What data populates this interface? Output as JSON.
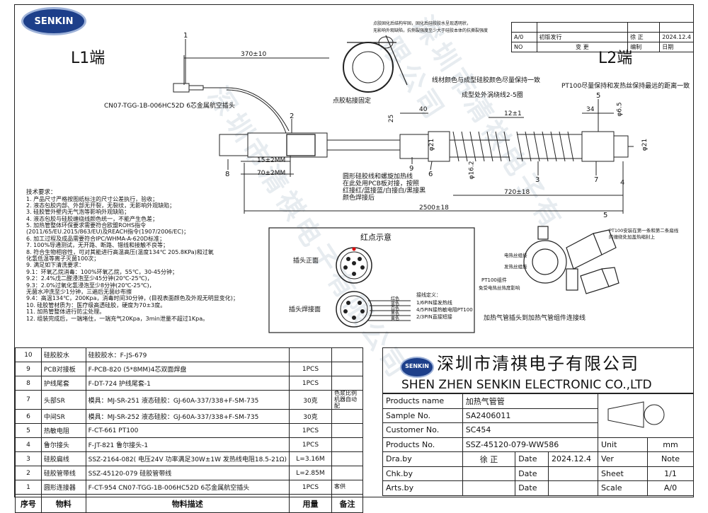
{
  "logo": {
    "text": "SENKIN"
  },
  "revision": {
    "rows": [
      {
        "code": "A/0",
        "desc": "初版发行",
        "sign": "徐 正",
        "date": "2024.12.4"
      },
      {
        "code": "NO",
        "desc": "变 更",
        "sign": "编制",
        "date": "日期"
      }
    ]
  },
  "labels": {
    "l1": "L1端",
    "l2": "L2端",
    "connector": "CN07-TGG-1B-006HC52D 6芯金属航空插头",
    "dot_glue": "点胶粘接固定",
    "glue_note_1": "点胶固化后结构牢固，固化后硅胶胶水呈现透明状，",
    "glue_note_2": "无影响外观缺陷，抗侧裂强度至少大于硅胶本体的抗撕裂强度",
    "wire_color": "线材颜色与成型硅胶颜色尽量保持一致",
    "coil": "成型处外涡绕线2-5圈",
    "pt100_keep": "PT100尽量保持和发热丝保持最远的距离一致",
    "round_cable_1": "圆形硅胶线和螺旋加热线",
    "round_cable_2": "在此处用PCB板对接，按照",
    "round_cable_3": "红接红/蓝接蓝/白接白/黑接黑",
    "round_cable_4": "颜色焊接后"
  },
  "dims": {
    "d370": "370±10",
    "d15": "15±2MM",
    "d70": "70±2MM",
    "d40": "40",
    "d25": "25",
    "d12": "12±1",
    "d34": "34",
    "d65": "φ6.5",
    "d21a": "φ21",
    "d21b": "φ21",
    "d162": "φ16.2",
    "d720": "720±18",
    "d2500": "2500±18"
  },
  "callouts": [
    "1",
    "2",
    "3",
    "4",
    "5",
    "6",
    "7",
    "8",
    "9"
  ],
  "tech_req": {
    "title": "技术要求：",
    "lines": [
      "1. 产品尺寸严格按图纸标注的尺寸公差执行，验收；",
      "2. 液态包胶内部、外部无开裂，无裂纹，无影响外观缺陷；",
      "3. 硅胶管外壁内无气泡等影响外观缺陷；",
      "4. 液态包胶与硅胶缠绕线颜色统一，不能产生色差；",
      "5. 加热管整体环保要求需要符合欧盟ROHS指令",
      "(2011/65/EU.2015/863/EU)及REACH指令(1907/2006/EC)；",
      "6. 加工过程及成品需要符合IPC/WHMA-A-620D标准；",
      "7. 100%导通测试，无开路、断路、错线和接触不良等；",
      "8. 符合生物相容性，可对其能进行高温高压(温度134℃ 205.8KPa)和过氧",
      "化氢低温等离子灭菌100次；",
      "9. 满足如下清洗要求：",
      "9.1：环氧乙烷消毒：100%环氧乙烷，55℃，30-45分钟；",
      "9.2：2.4%戊二醛浸泡至少45分钟(20℃-25℃)，",
      "9.3：2.0%过氧化氢浸泡至少8分钟(20℃-25℃)，",
      "无菌水冲洗至少1分钟，三遍后无菌纱布擦",
      "9.4：高温134℃，200Kpa，消毒时间30分钟，(目视表面颜色及外观无明显变化)；",
      "10. 硅胶管材质为：医疗级高透硅胶，硬度为70±3度。",
      "11. 加热管整体进行防尘处理。",
      "12. 组装完成后，一端堵住，一端充气20Kpa，3min泄量不超过1Kpa。"
    ]
  },
  "pin_box": {
    "title": "红点示意",
    "front": "插头正面",
    "weld": "插头焊接面",
    "wires": [
      "红色",
      "蓝色",
      "白色",
      "黑色",
      "黄色"
    ],
    "def_title": "接线定义：",
    "defs": [
      "1/6PIN接发热线",
      "4/5PIN接热敏电阻PT100",
      "2/3PIN直接短接"
    ]
  },
  "detail": {
    "pt100_note_1": "PT100安装在第一条和第二条扁线",
    "pt100_note_2": "的缠绕处加盖热缩封上",
    "heater_wire_a": "电热丝组接",
    "heater_wire_b": "发热丝组接",
    "pt100": "PT100组件",
    "pt100_sub": "免受电热丝热度影响",
    "caption": "加热气管插头到加热气管组件连接线"
  },
  "bom": {
    "rows": [
      {
        "no": "10",
        "name": "硅胶胶水",
        "desc": "硅胶胶水：F-JS-679",
        "qty": "",
        "note": ""
      },
      {
        "no": "9",
        "name": "PCB对接板",
        "desc": "F-PCB-820  (5*8MM)4芯双面焊盘",
        "qty": "1PCS",
        "note": ""
      },
      {
        "no": "8",
        "name": "护线尾套",
        "desc": "F-DT-724    护线尾套-1",
        "qty": "1PCS",
        "note": ""
      },
      {
        "no": "7",
        "name": "头部SR",
        "desc": "模具：MJ-SR-251 液态硅胶：GJ-60A-337/338+F-SM-735",
        "qty": "30克",
        "note": "色浆比例机器自动配"
      },
      {
        "no": "6",
        "name": "中间SR",
        "desc": "模具：MJ-SR-252 液态硅胶：GJ-60A-337/338+F-SM-735",
        "qty": "30克",
        "note": ""
      },
      {
        "no": "5",
        "name": "热敏电阻",
        "desc": "F-CT-661 PT100",
        "qty": "1PCS",
        "note": ""
      },
      {
        "no": "4",
        "name": "鲁尔接头",
        "desc": "F-JT-821    鲁尔接头-1",
        "qty": "1PCS",
        "note": ""
      },
      {
        "no": "3",
        "name": "硅胶扁线",
        "desc": "SSZ-2164-082( 电压24V 功率满足30W±1W 发热线电阻18.5-21Ω)",
        "qty": "L=3.16M",
        "note": ""
      },
      {
        "no": "2",
        "name": "硅胶管带线",
        "desc": "SSZ-45120-079  硅胶管带线",
        "qty": "L=2.85M",
        "note": ""
      },
      {
        "no": "1",
        "name": "圆形连接器",
        "desc": "F-CT-954 CN07-TGG-1B-006HC52D 6芯金属航空插头",
        "qty": "1PCS",
        "note": "客供"
      }
    ],
    "headers": {
      "no": "序号",
      "name": "物料",
      "desc": "物料描述",
      "qty": "用量",
      "note": "备注"
    }
  },
  "company": {
    "cn": "深圳市清祺电子有限公司",
    "en": "SHEN ZHEN SENKIN ELECTRONIC CO.,LTD"
  },
  "title_block": {
    "products_name_label": "Products name",
    "products_name": "加热气管管",
    "sample_no_label": "Sample No.",
    "sample_no": "SA2406011",
    "customer_no_label": "Customer No.",
    "customer_no": "SC454",
    "products_no_label": "Products No.",
    "products_no": "SSZ-45120-079-WW586",
    "unit_label": "Unit",
    "unit": "mm",
    "dra_label": "Dra.by",
    "dra": "徐 正",
    "date_label": "Date",
    "dra_date": "2024.12.4",
    "ver_label": "Ver",
    "ver": "Note",
    "chk_label": "Chk.by",
    "sheet_label": "Sheet",
    "sheet": "1/1",
    "arts_label": "Arts.by",
    "scale_label": "Scale",
    "scale": "A/0"
  },
  "watermark": "深圳市清祺电子有限公司"
}
